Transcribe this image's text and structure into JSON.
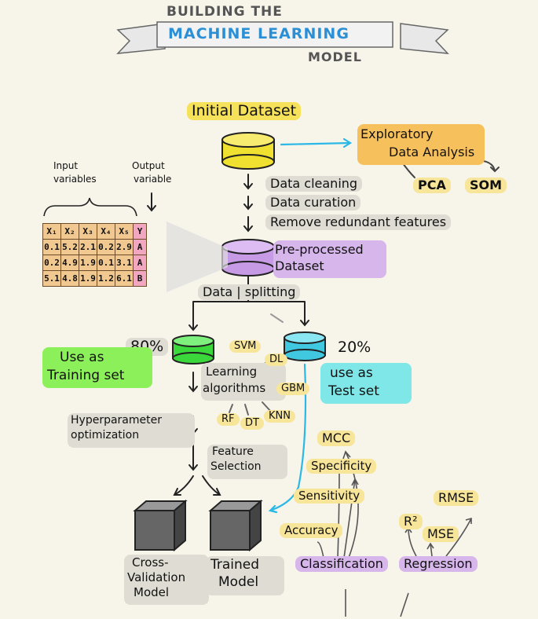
{
  "title": {
    "line1": "BUILDING THE",
    "banner": "MACHINE LEARNING",
    "line3": "MODEL"
  },
  "nodes": {
    "initial_dataset": "Initial Dataset",
    "eda_line1": "Exploratory",
    "eda_line2": "Data Analysis",
    "pca": "PCA",
    "som": "SOM",
    "cleaning": "Data cleaning",
    "curation": "Data curation",
    "redundant": "Remove redundant features",
    "preprocessed_line1": "Pre-processed",
    "preprocessed_line2": "Dataset",
    "splitting": "Data | splitting",
    "pct_train": "80%",
    "pct_test": "20%",
    "train_line1": "Use as",
    "train_line2": "Training set",
    "test_line1": "use as",
    "test_line2": "Test set",
    "learning_line1": "Learning",
    "learning_line2": "algorithms",
    "svm": "SVM",
    "dl": "DL",
    "gbm": "GBM",
    "rf": "RF",
    "dt": "DT",
    "knn": "KNN",
    "hyper_line1": "Hyperparameter",
    "hyper_line2": "optimization",
    "feature_line1": "Feature",
    "feature_line2": "Selection",
    "cv_line1": "Cross-",
    "cv_line2": "Validation",
    "cv_line3": "Model",
    "trained_line1": "Trained",
    "trained_line2": "Model",
    "mcc": "MCC",
    "specificity": "Specificity",
    "sensitivity": "Sensitivity",
    "accuracy": "Accuracy",
    "classification": "Classification",
    "regression": "Regression",
    "rmse": "RMSE",
    "r2": "R²",
    "mse": "MSE"
  },
  "table": {
    "input_label_line1": "Input",
    "input_label_line2": "variables",
    "output_label_line1": "Output",
    "output_label_line2": "variable",
    "header": [
      "X₁",
      "X₂",
      "X₃",
      "X₄",
      "X₅",
      "Y"
    ],
    "rows": [
      [
        "0.1",
        "5.2",
        "2.1",
        "0.2",
        "2.9",
        "A"
      ],
      [
        "0.2",
        "4.9",
        "1.9",
        "0.1",
        "3.1",
        "A"
      ],
      [
        "5.1",
        "4.8",
        "1.9",
        "1.2",
        "6.1",
        "B"
      ]
    ]
  },
  "colors": {
    "yellow": "#f6e15a",
    "purple": "#d7b6ec",
    "green": "#8cf05a",
    "cyan": "#7fe7e8",
    "orange": "#f6c15d",
    "arrow_blue": "#2ab8e6"
  }
}
